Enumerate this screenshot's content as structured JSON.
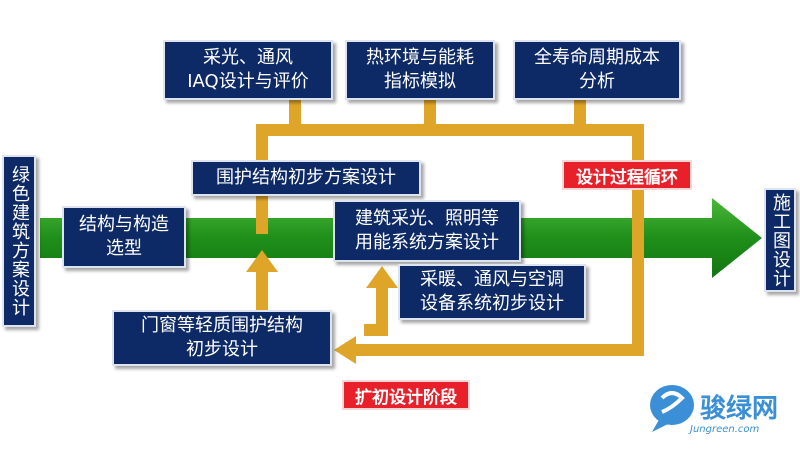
{
  "left_label": "绿色建筑方案设计",
  "right_label": "施工图设计",
  "top_boxes": [
    "采光、通风\nIAQ设计与评价",
    "热环境与能耗\n指标模拟",
    "全寿命周期成本\n分析"
  ],
  "boxes": {
    "envelope_prelim": "围护结构初步方案设计",
    "structure": "结构与构造\n选型",
    "lighting": "建筑采光、照明等\n用能系统方案设计",
    "hvac": "采暖、通风与空调\n设备系统初步设计",
    "windows": "门窗等轻质围护结构\n初步设计"
  },
  "labels": {
    "cycle": "设计过程循环",
    "stage": "扩初设计阶段"
  },
  "logo": {
    "name": "骏绿网",
    "url": "Jungreen.com"
  },
  "colors": {
    "box_bg": "#0d2a66",
    "arrow_green": "#1e8f1a",
    "loop_gold": "#dea528",
    "label_red": "#e8202a"
  }
}
